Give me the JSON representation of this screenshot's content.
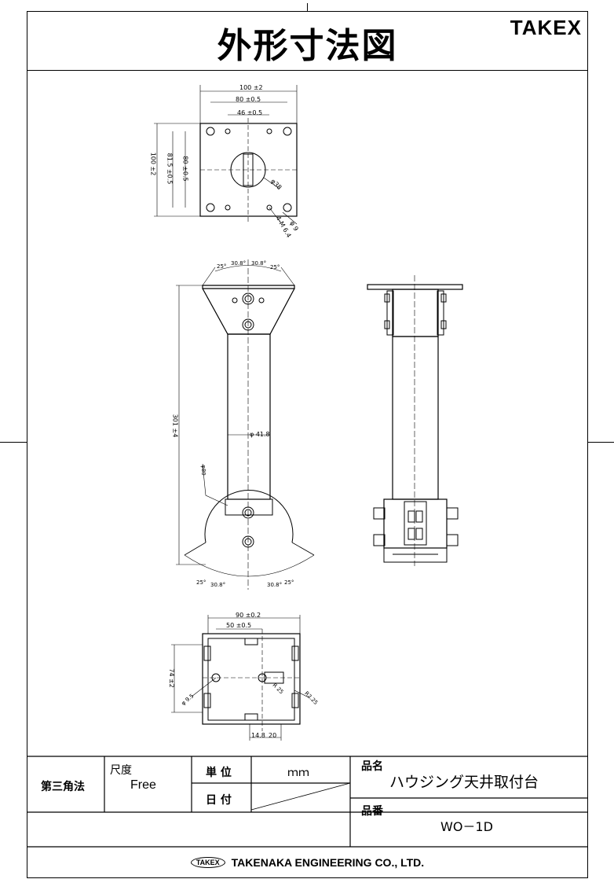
{
  "title": "外形寸法図",
  "brand": "TAKEX",
  "top_view": {
    "dims": [
      "100 ±2",
      "80 ±0.5",
      "46 ±0.5",
      "100 ±2",
      "81.5 ±0.5",
      "80 ±0.5",
      "φ38",
      "4-M 6.4",
      "φ 9"
    ]
  },
  "front_view": {
    "dims": [
      "25°",
      "30.8°",
      "30.8°",
      "25°",
      "301 ±4",
      "φ 41.8",
      "φ80",
      "25°",
      "30.8°",
      "30.8°",
      "25°"
    ]
  },
  "bottom_view": {
    "dims": [
      "90 ±0.2",
      "50 ±0.5",
      "74 ±2",
      "φ 9.5",
      "14.8",
      "20",
      "R 25",
      "R2.25"
    ]
  },
  "title_block": {
    "projection": "第三角法",
    "scale_label": "尺度",
    "scale_value": "Free",
    "unit_label": "単 位",
    "unit_value": "ｍｍ",
    "date_label": "日 付",
    "product_label": "品名",
    "product_name": "ハウジング天井取付台",
    "part_no_label": "品番",
    "part_no": "WO－1D"
  },
  "footer": {
    "logo": "TAKEX",
    "company": "TAKENAKA ENGINEERING CO., LTD."
  }
}
